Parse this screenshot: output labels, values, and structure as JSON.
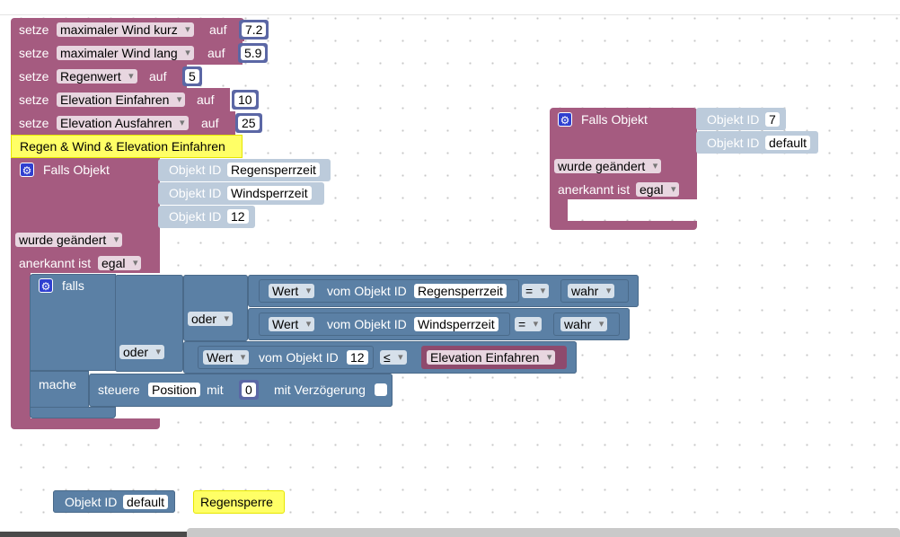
{
  "kw": {
    "setze": "setze",
    "auf": "auf",
    "falls_objekt": "Falls Objekt",
    "objekt_id": "Objekt ID",
    "wurde_geaendert": "wurde geändert",
    "anerkannt_ist": "anerkannt ist",
    "egal": "egal",
    "falls": "falls",
    "oder": "oder",
    "mache": "mache",
    "wert": "Wert",
    "vom_objekt_id": "vom Objekt ID",
    "eq": "=",
    "le": "≤",
    "wahr": "wahr",
    "steuere": "steuere",
    "position": "Position",
    "mit": "mit",
    "mit_verzoegerung": "mit Verzögerung",
    "default": "default"
  },
  "sets": [
    {
      "var": "maximaler Wind kurz",
      "value": "7.2"
    },
    {
      "var": "maximaler Wind lang",
      "value": "5.9"
    },
    {
      "var": "Regenwert",
      "value": "5"
    },
    {
      "var": "Elevation Einfahren",
      "value": "10"
    },
    {
      "var": "Elevation Ausfahren",
      "value": "25"
    }
  ],
  "comment_main": "Regen & Wind & Elevation Einfahren",
  "trigger_main": {
    "ids": [
      "Regensperrzeit",
      "Windsperrzeit",
      "12"
    ]
  },
  "conditions": {
    "c1_id": "Regensperrzeit",
    "c2_id": "Windsperrzeit",
    "c3_id": "12",
    "c3_var": "Elevation Einfahren",
    "delay_value": "0"
  },
  "trigger_right": {
    "ids": [
      "7",
      "default"
    ]
  },
  "bottom": {
    "object_id_value": "default",
    "comment": "Regensperre"
  }
}
